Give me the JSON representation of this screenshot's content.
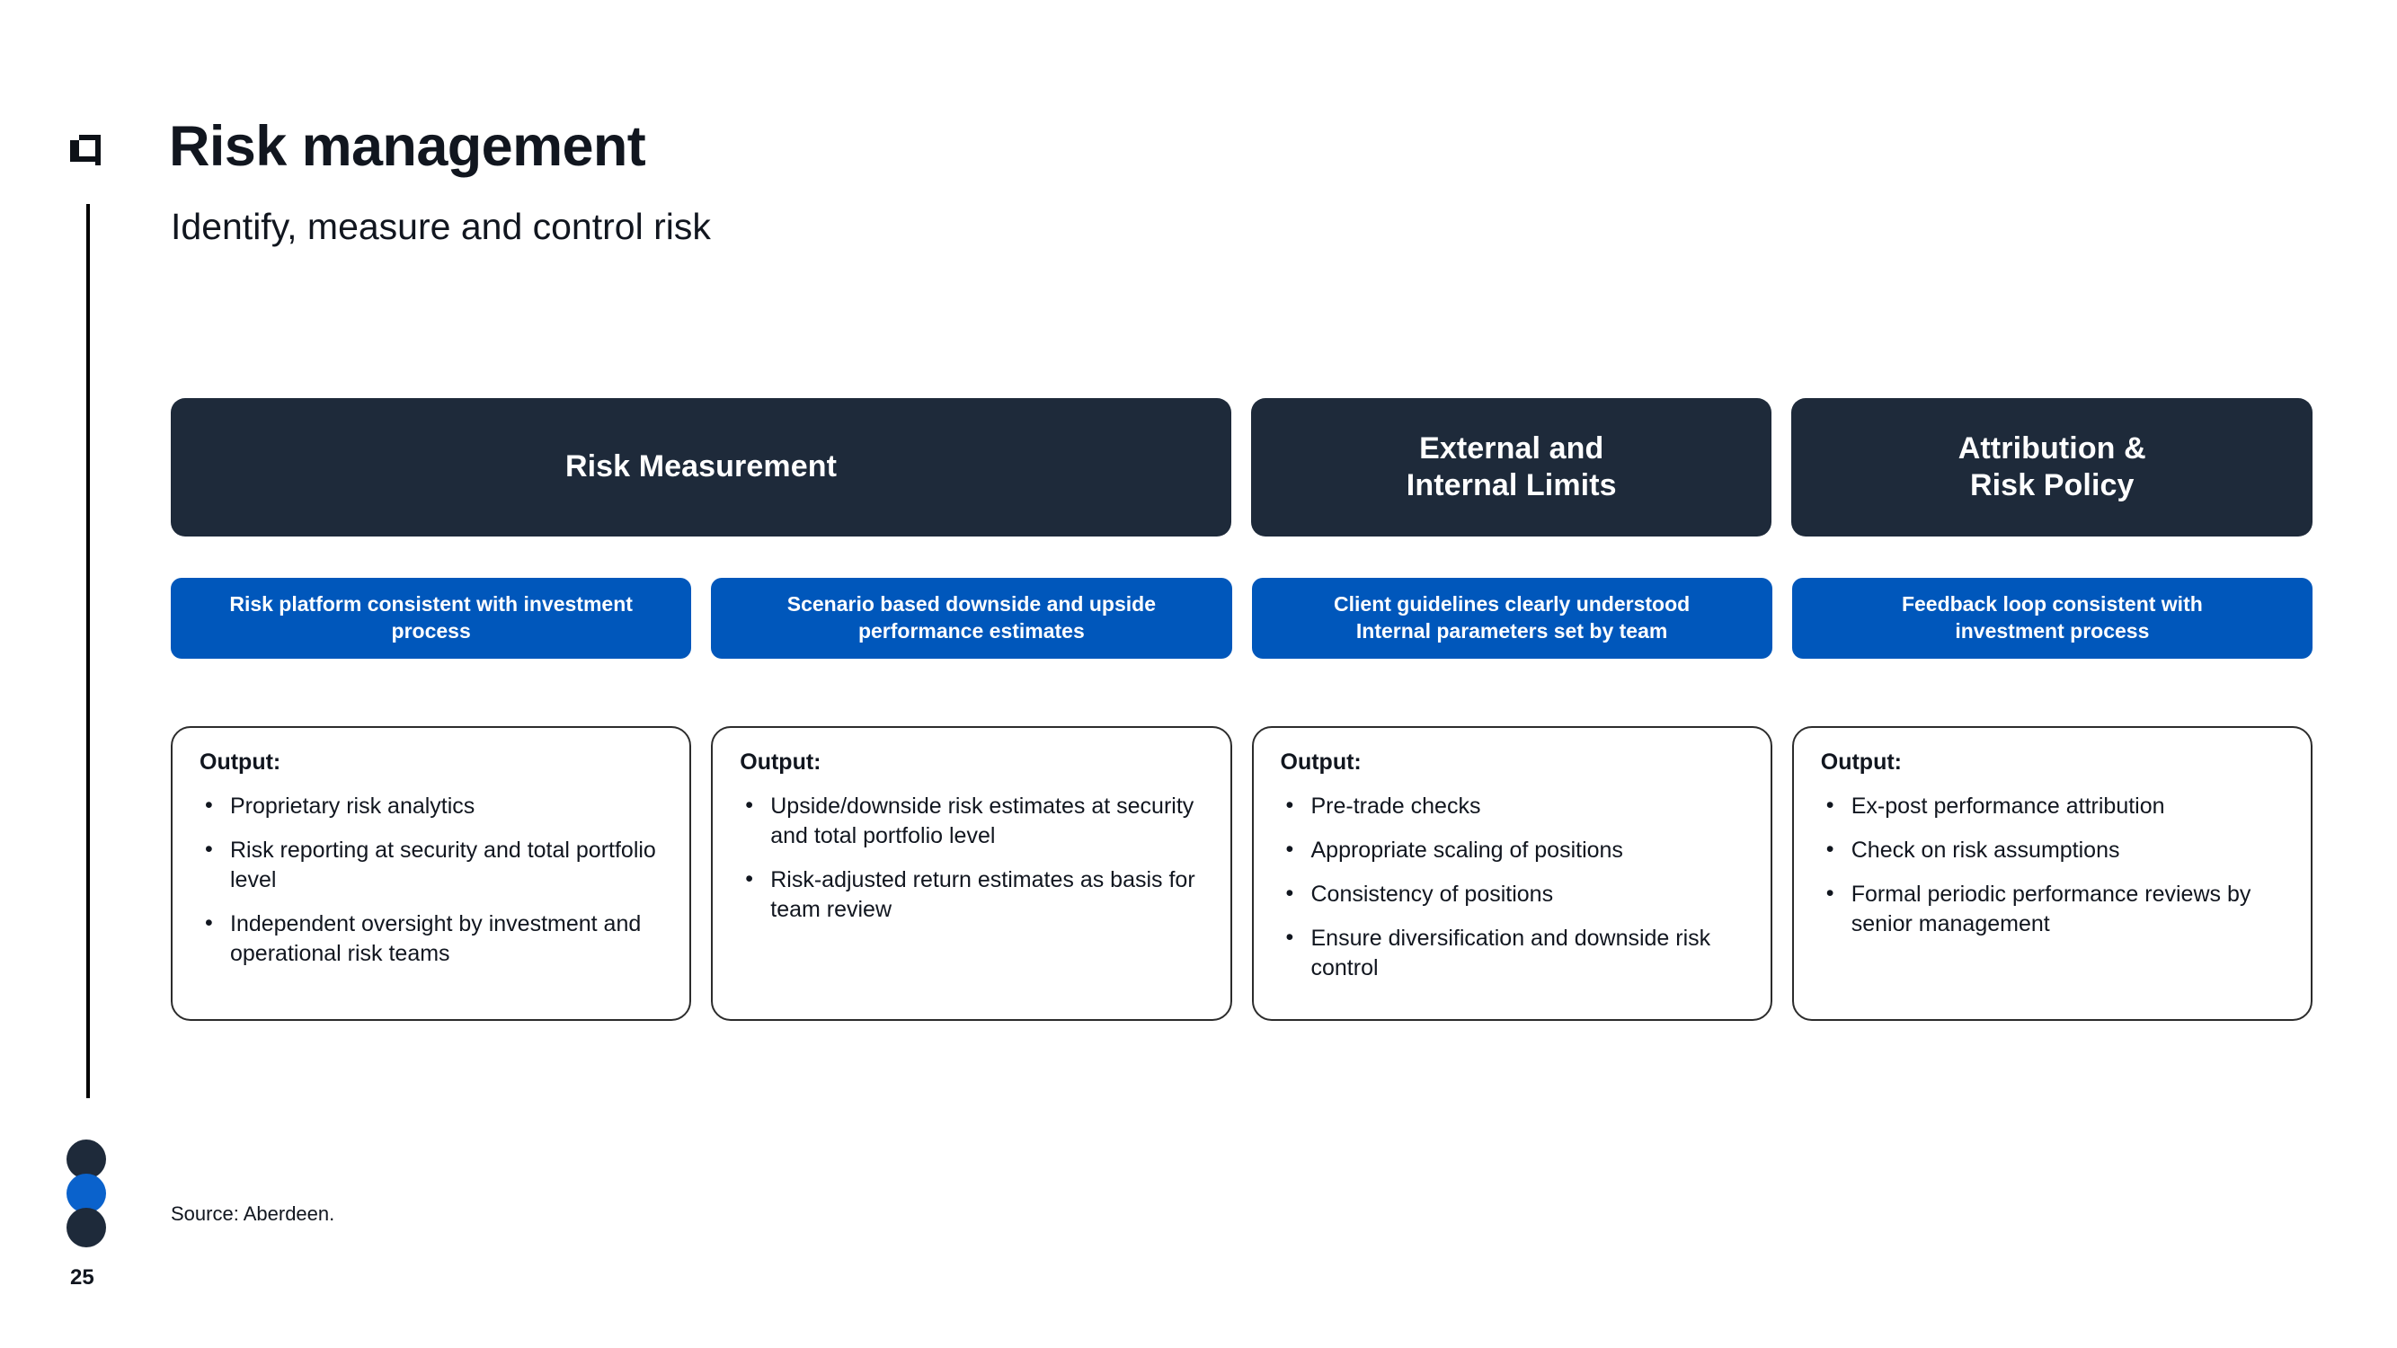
{
  "slide": {
    "title": "Risk management",
    "subtitle": "Identify, measure and control risk",
    "logo_icon": "aberdeen-logo-icon",
    "page_number": "25",
    "source_note": "Source: Aberdeen."
  },
  "colors": {
    "header_navy": "#1E2A3A",
    "accent_blue": "#0057BB",
    "dot_blue": "#0A62CC",
    "text": "#11161F",
    "card_border": "#2C2C2C",
    "background": "#FFFFFF"
  },
  "headers": [
    {
      "label": "Risk Measurement",
      "span": 2
    },
    {
      "label": "External and\nInternal Limits",
      "span": 1
    },
    {
      "label": "Attribution &\nRisk Policy",
      "span": 1
    }
  ],
  "header_lines": {
    "h1": "Risk Measurement",
    "h2_line1": "External and",
    "h2_line2": "Internal Limits",
    "h3_line1": "Attribution &",
    "h3_line2": "Risk Policy"
  },
  "blue_bars": [
    {
      "line1": "Risk platform consistent with investment",
      "line2": "process"
    },
    {
      "line1": "Scenario based downside and upside",
      "line2": "performance estimates"
    },
    {
      "line1": "Client guidelines clearly understood",
      "line2": "Internal parameters set by team"
    },
    {
      "line1": "Feedback loop consistent with",
      "line2": "investment process"
    }
  ],
  "output_cards": [
    {
      "label": "Output:",
      "items": [
        "Proprietary risk analytics",
        "Risk reporting at security and total portfolio level",
        "Independent oversight by investment and operational risk teams"
      ]
    },
    {
      "label": "Output:",
      "items": [
        "Upside/downside risk estimates at security and total portfolio level",
        "Risk-adjusted return estimates as basis for team review"
      ]
    },
    {
      "label": "Output:",
      "items": [
        "Pre-trade checks",
        "Appropriate scaling of positions",
        "Consistency of positions",
        "Ensure diversification and downside risk control"
      ]
    },
    {
      "label": "Output:",
      "items": [
        "Ex-post performance attribution",
        "Check on risk assumptions",
        "Formal periodic performance reviews by senior management"
      ]
    }
  ],
  "footer_dots": [
    {
      "name": "dot-navy-top",
      "color": "#1E2A3A"
    },
    {
      "name": "dot-blue-middle",
      "color": "#0A62CC"
    },
    {
      "name": "dot-navy-bottom",
      "color": "#1E2A3A"
    }
  ]
}
